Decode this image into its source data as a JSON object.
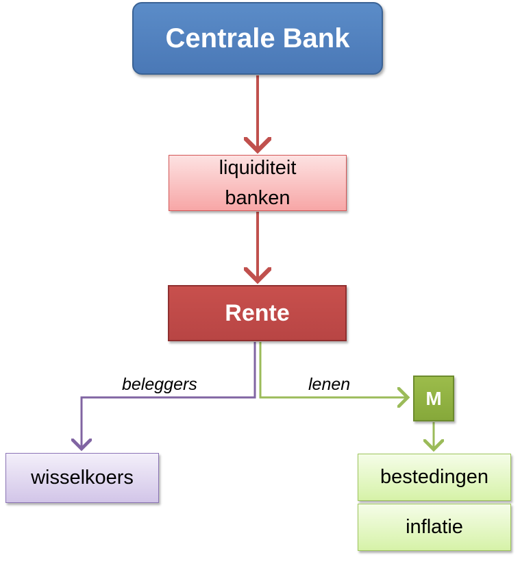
{
  "nodes": {
    "central_bank": "Centrale Bank",
    "liquidity_line1": "liquiditeit",
    "liquidity_line2": "banken",
    "interest": "Rente",
    "exchange_rate": "wisselkoers",
    "money": "M",
    "spending": "bestedingen",
    "inflation": "inflatie"
  },
  "edge_labels": {
    "investors": "beleggers",
    "lend": "lenen"
  },
  "colors": {
    "red_arrow": "#c0504d",
    "purple_arrow": "#8064a2",
    "green_arrow": "#9bbb59",
    "blue_box": "#4f81bd"
  }
}
